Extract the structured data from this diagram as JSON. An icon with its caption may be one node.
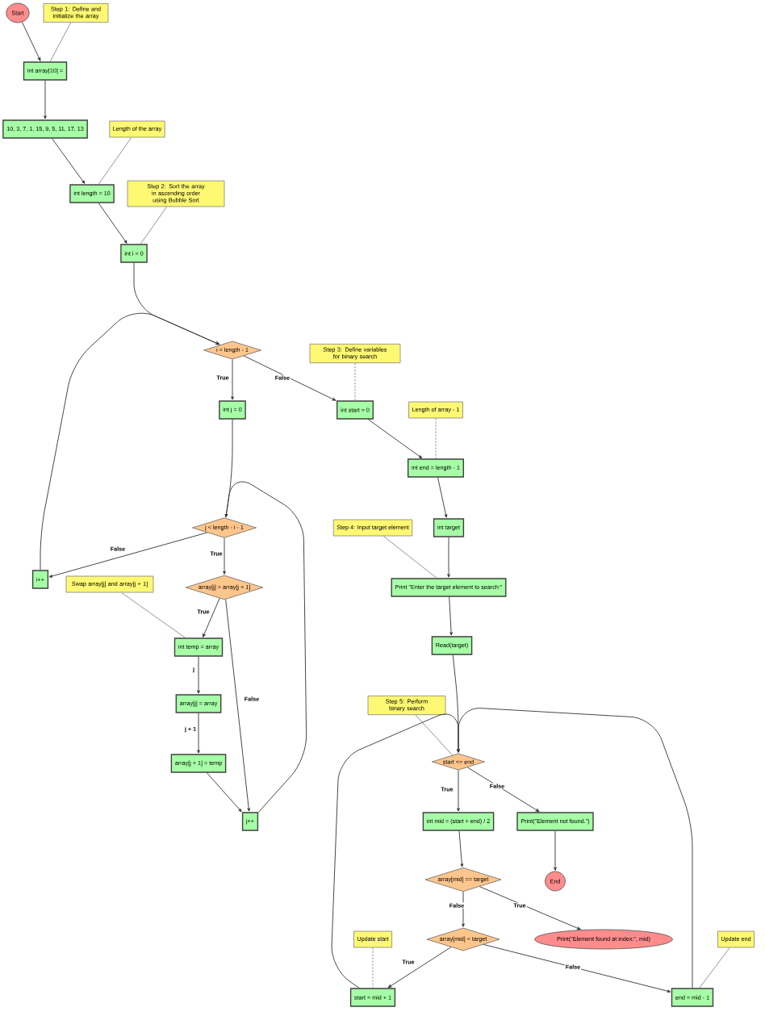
{
  "diagram": {
    "nodes": [
      {
        "text": [
          "Start"
        ]
      },
      {
        "text": [
          "Step 1: Define and initialize the array"
        ]
      },
      {
        "text": [
          "int array[10] ="
        ]
      },
      {
        "text": [
          "10, 3, 7, 1, 15, 9, 5, 11, 17, 13"
        ]
      },
      {
        "text": [
          "Length of the array"
        ]
      },
      {
        "text": [
          "int length = 10"
        ]
      },
      {
        "text": [
          "Step 2: Sort the array in ascending order using Bubble Sort"
        ]
      },
      {
        "text": [
          "int i = 0"
        ]
      },
      {
        "text": [
          "i < length - 1"
        ]
      },
      {
        "text": [
          "int j = 0"
        ]
      },
      {
        "text": [
          "Step 3: Define variables for binary search"
        ]
      },
      {
        "text": [
          "int start = 0"
        ]
      },
      {
        "text": [
          "Length of array - 1"
        ]
      },
      {
        "text": [
          "int end = length - 1"
        ]
      },
      {
        "text": [
          "j < length - i - 1"
        ]
      },
      {
        "text": [
          "i++"
        ]
      },
      {
        "text": [
          "array[j] > array[j + 1]"
        ]
      },
      {
        "text": [
          "Swap array[j] and array[j + 1]"
        ]
      },
      {
        "text": [
          "int temp = array"
        ]
      },
      {
        "text": [
          "array[j] = array"
        ]
      },
      {
        "text": [
          "array[j + 1] = temp"
        ]
      },
      {
        "text": [
          "j++"
        ]
      },
      {
        "text": [
          "Step 4: Input target element"
        ]
      },
      {
        "text": [
          "int target"
        ]
      },
      {
        "text": [
          "Print \"Enter the target element to search:\""
        ]
      },
      {
        "text": [
          "Read(target)"
        ]
      },
      {
        "text": [
          "Step 5: Perform binary search"
        ]
      },
      {
        "text": [
          "start <= end"
        ]
      },
      {
        "text": [
          "int mid = (start + end) / 2"
        ]
      },
      {
        "text": [
          "Print(\"Element not found.\")"
        ]
      },
      {
        "text": [
          "End"
        ]
      },
      {
        "text": [
          "array[mid] == target"
        ]
      },
      {
        "text": [
          "Print(\"Element found at index:\", mid)"
        ]
      },
      {
        "text": [
          "array[mid] < target"
        ]
      },
      {
        "text": [
          "Update start"
        ]
      },
      {
        "text": [
          "start = mid + 1"
        ]
      },
      {
        "text": [
          "end = mid - 1"
        ]
      },
      {
        "text": [
          "Update end"
        ]
      }
    ],
    "edges": [
      {
        "from": 0,
        "to": 2,
        "arrow": "to"
      },
      {
        "from": 1,
        "to": 2,
        "arrow": "none",
        "color": "#888888"
      },
      {
        "from": 2,
        "to": 3,
        "arrow": "to"
      },
      {
        "from": 3,
        "to": 5,
        "arrow": "to"
      },
      {
        "from": 4,
        "to": 5,
        "arrow": "none",
        "color": "#888888"
      },
      {
        "from": 5,
        "to": 7,
        "arrow": "to"
      },
      {
        "from": 6,
        "to": 7,
        "arrow": "none",
        "color": "#888888"
      },
      {
        "from": 7,
        "to": 8,
        "arrow": "to"
      },
      {
        "from": 15,
        "to": 8,
        "arrow": "to"
      },
      {
        "from": 8,
        "to": 9,
        "arrow": "to",
        "label": "True"
      },
      {
        "from": 8,
        "to": 11,
        "arrow": "to",
        "label": "False"
      },
      {
        "from": 10,
        "to": 11,
        "arrow": "none",
        "style": "dashed",
        "color": "#888888"
      },
      {
        "from": 11,
        "to": 13,
        "arrow": "to"
      },
      {
        "from": 12,
        "to": 13,
        "arrow": "none",
        "style": "dashed",
        "color": "#888888"
      },
      {
        "from": 13,
        "to": 23,
        "arrow": "to"
      },
      {
        "from": 9,
        "to": 14,
        "arrow": "to"
      },
      {
        "from": 21,
        "to": 14,
        "arrow": "to"
      },
      {
        "from": 14,
        "to": 16,
        "arrow": "to",
        "label": "True"
      },
      {
        "from": 14,
        "to": 15,
        "arrow": "to",
        "label": "False"
      },
      {
        "from": 16,
        "to": 18,
        "arrow": "to",
        "label": "True"
      },
      {
        "from": 17,
        "to": 18,
        "arrow": "none",
        "color": "#888888"
      },
      {
        "from": 16,
        "to": 21,
        "arrow": "to",
        "label": "False"
      },
      {
        "from": 18,
        "to": 19,
        "arrow": "to",
        "label": "j"
      },
      {
        "from": 19,
        "to": 20,
        "arrow": "to",
        "label": "j + 1"
      },
      {
        "from": 20,
        "to": 21,
        "arrow": "to"
      },
      {
        "from": 22,
        "to": 24,
        "arrow": "none",
        "color": "#888888"
      },
      {
        "from": 23,
        "to": 24,
        "arrow": "to"
      },
      {
        "from": 24,
        "to": 25,
        "arrow": "to"
      },
      {
        "from": 25,
        "to": 27,
        "arrow": "to"
      },
      {
        "from": 26,
        "to": 27,
        "arrow": "none",
        "color": "#888888"
      },
      {
        "from": 35,
        "to": 27,
        "arrow": "to"
      },
      {
        "from": 36,
        "to": 27,
        "arrow": "to"
      },
      {
        "from": 27,
        "to": 28,
        "arrow": "to",
        "label": "True"
      },
      {
        "from": 27,
        "to": 29,
        "arrow": "to",
        "label": "False"
      },
      {
        "from": 29,
        "to": 30,
        "arrow": "to"
      },
      {
        "from": 28,
        "to": 31,
        "arrow": "to"
      },
      {
        "from": 31,
        "to": 32,
        "arrow": "to",
        "label": "True"
      },
      {
        "from": 31,
        "to": 33,
        "arrow": "to",
        "label": "False"
      },
      {
        "from": 33,
        "to": 35,
        "arrow": "to",
        "label": "True"
      },
      {
        "from": 33,
        "to": 36,
        "arrow": "to",
        "label": "False"
      },
      {
        "from": 34,
        "to": 35,
        "arrow": "none",
        "style": "dashed",
        "color": "#888888"
      },
      {
        "from": 37,
        "to": 36,
        "arrow": "none",
        "color": "#888888"
      }
    ]
  }
}
